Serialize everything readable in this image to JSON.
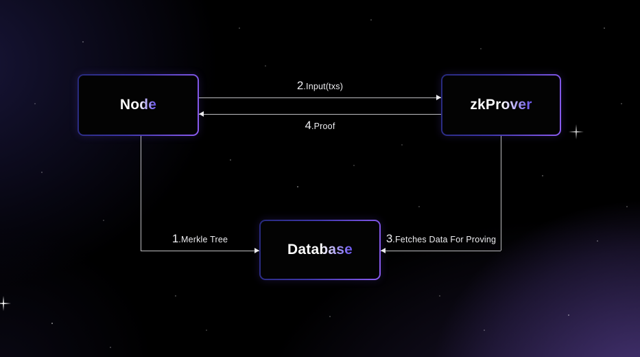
{
  "diagram": {
    "nodes": [
      {
        "id": "node",
        "label": "Node"
      },
      {
        "id": "zkprover",
        "label": "zkProver"
      },
      {
        "id": "database",
        "label": "Database"
      }
    ],
    "edges": [
      {
        "num": "1",
        "rest": ".Merkle Tree",
        "from": "Node",
        "to": "Database"
      },
      {
        "num": "2",
        "rest": ".Input(txs)",
        "from": "Node",
        "to": "zkProver"
      },
      {
        "num": "3",
        "rest": ".Fetches Data For Proving",
        "from": "zkProver",
        "to": "Database"
      },
      {
        "num": "4",
        "rest": ".Proof",
        "from": "zkProver",
        "to": "Node"
      }
    ],
    "colors": {
      "background": "#000000",
      "glow_bottom_right": "#3d2f5e",
      "glow_top_left": "#15122e",
      "border_gradient_start": "#272a7c",
      "border_gradient_end": "#8b5cf0",
      "label_text": "#eeeef1",
      "box_text_white": "#ffffff",
      "box_text_purple": "#6d59e9",
      "connector_line": "#e1e1e4"
    }
  }
}
